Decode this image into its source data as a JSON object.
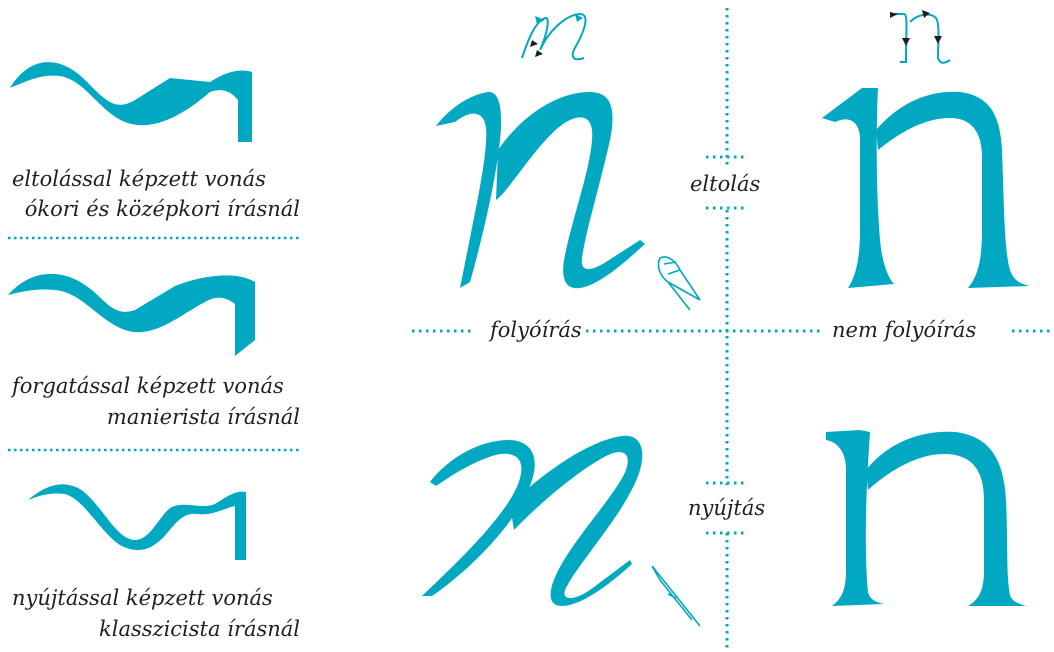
{
  "colors": {
    "accent": "#00a9c1",
    "text": "#1f1f1f",
    "background": "#ffffff"
  },
  "left_panel": {
    "items": [
      {
        "line1": "eltolással képzett vonás",
        "line2": "ókori és középkori írásnál"
      },
      {
        "line1": "forgatással képzett vonás",
        "line2": "manierista írásnál"
      },
      {
        "line1": "nyújtással képzett vonás",
        "line2": "klasszicista írásnál"
      }
    ]
  },
  "grid": {
    "top_label": "eltolás",
    "bottom_label": "nyújtás",
    "left_label": "folyóírás",
    "right_label": "nem folyóírás"
  }
}
